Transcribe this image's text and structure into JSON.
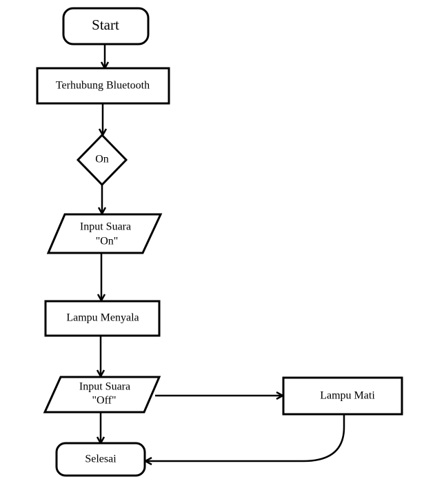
{
  "diagram": {
    "type": "flowchart",
    "nodes": {
      "start": {
        "shape": "terminal",
        "text": "Start"
      },
      "connect": {
        "shape": "process",
        "text": "Terhubung Bluetooth"
      },
      "on": {
        "shape": "decision",
        "text": "On"
      },
      "input_on": {
        "shape": "input-output",
        "line1": "Input Suara",
        "line2": "\"On\""
      },
      "lamp_on": {
        "shape": "process",
        "text": "Lampu Menyala"
      },
      "input_off": {
        "shape": "input-output",
        "line1": "Input Suara",
        "line2": "\"Off\""
      },
      "lamp_off": {
        "shape": "process",
        "text": "Lampu Mati"
      },
      "end": {
        "shape": "terminal",
        "text": "Selesai"
      }
    },
    "edges": [
      {
        "from": "start",
        "to": "connect"
      },
      {
        "from": "connect",
        "to": "on"
      },
      {
        "from": "on",
        "to": "input_on"
      },
      {
        "from": "input_on",
        "to": "lamp_on"
      },
      {
        "from": "lamp_on",
        "to": "input_off"
      },
      {
        "from": "input_off",
        "to": "lamp_off"
      },
      {
        "from": "input_off",
        "to": "end"
      },
      {
        "from": "lamp_off",
        "to": "end"
      }
    ],
    "colors": {
      "stroke": "#000000",
      "fill": "#ffffff",
      "text": "#000000"
    }
  }
}
